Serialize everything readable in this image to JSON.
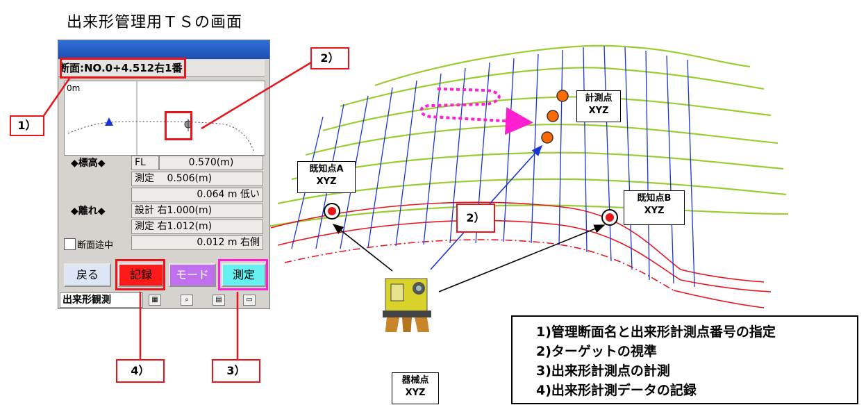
{
  "title": "出来形管理用ＴＳの画面",
  "device": {
    "section_label": "断面:NO.0+4.512右1番",
    "plot_zero": "0m",
    "elevation_label": "◆標高◆",
    "fl_label": "FL",
    "fl_value": "0.570(m)",
    "measured_elev": "測定　 0.506(m)",
    "elev_diff": "0.064 m 低い",
    "offset_label": "◆離れ◆",
    "design_offset": "設計 右1.000(m)",
    "measured_offset": "測定 右1.012(m)",
    "checkbox_label": "断面途中",
    "offset_diff": "0.012 m 右側",
    "buttons": {
      "back": "戻る",
      "record": "記録",
      "mode": "モード",
      "measure": "測定"
    },
    "status_label": "出来形観測"
  },
  "callouts": {
    "c1": "1）",
    "c2_top": "2）",
    "c2_mid": "2）",
    "c3": "3）",
    "c4": "4）"
  },
  "points": {
    "measure": {
      "name": "計測点",
      "coord": "XYZ"
    },
    "known_a": {
      "name": "既知点A",
      "coord": "XYZ"
    },
    "known_b": {
      "name": "既知点B",
      "coord": "XYZ"
    },
    "instrument": {
      "name": "器械点",
      "coord": "XYZ"
    }
  },
  "legend": [
    "1)管理断面名と出来形計測点番号の指定",
    "2)ターゲットの視準",
    "3)出来形計測点の計測",
    "4)出来形計測データの記録"
  ],
  "colors": {
    "callout_red": "#e8141c",
    "highlight_magenta": "#ff1fd0",
    "record_red": "#ff1a1a",
    "mode_purple": "#c070ee",
    "measure_cyan": "#66f0f0",
    "grid_green": "#9acd32",
    "grid_blue": "#1a33d6"
  }
}
